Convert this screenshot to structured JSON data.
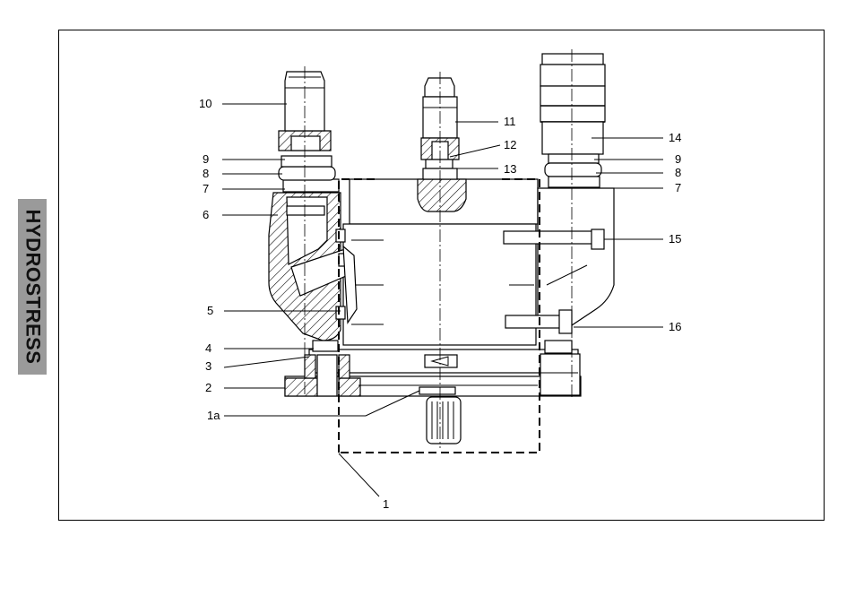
{
  "brand": {
    "text": "HYDROSTRESS"
  },
  "labels": {
    "l10": "10",
    "l9_left": "9",
    "l8_left": "8",
    "l7_left": "7",
    "l6": "6",
    "l5": "5",
    "l4": "4",
    "l3": "3",
    "l2": "2",
    "l1a": "1a",
    "l1": "1",
    "l11": "11",
    "l12": "12",
    "l13": "13",
    "l14": "14",
    "l9_right": "9",
    "l8_right": "8",
    "l7_right": "7",
    "l15": "15",
    "l16": "16"
  }
}
